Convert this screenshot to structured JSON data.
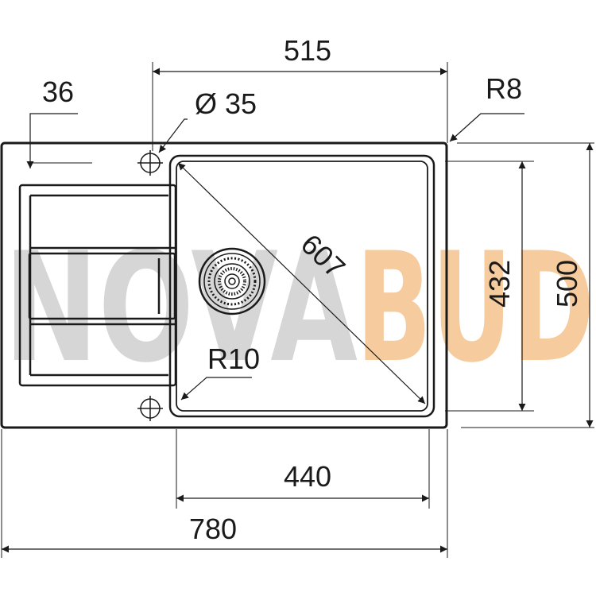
{
  "watermark": {
    "part1": "NOVA",
    "part2": "BUD",
    "colors": {
      "part1": "#cfcfcf",
      "part2": "#f5c48e"
    }
  },
  "dimensions": {
    "bowl_width": "515",
    "tap_hole_offset": "36",
    "tap_hole_diameter": "Ø 35",
    "corner_radius_outer": "R8",
    "bowl_diagonal": "607",
    "bowl_depth": "432",
    "overall_depth": "500",
    "inner_radius": "R10",
    "inner_bowl_width": "440",
    "overall_width": "780"
  },
  "line_color": "#1a1a1a"
}
